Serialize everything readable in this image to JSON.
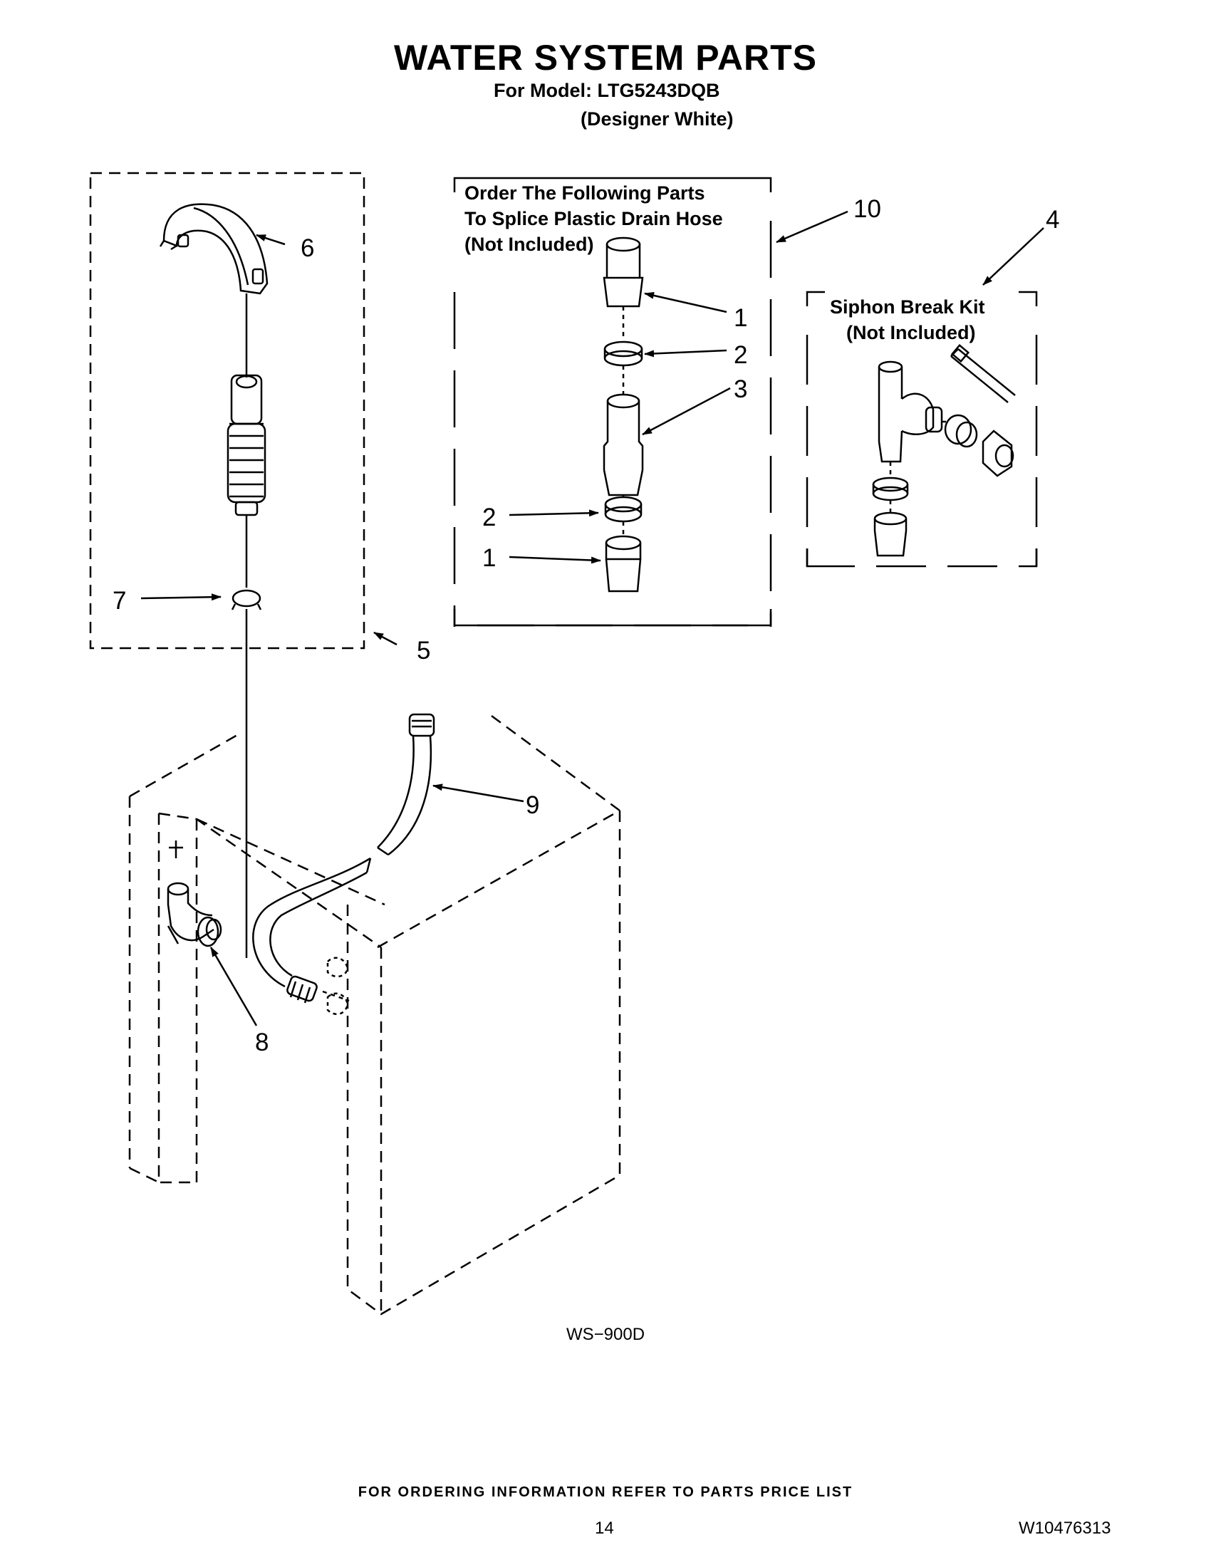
{
  "header": {
    "title": "WATER SYSTEM PARTS",
    "model_line": "For Model: LTG5243DQB",
    "color_line": "(Designer White)"
  },
  "splice_box": {
    "lines": [
      "Order The Following Parts",
      "To Splice Plastic Drain Hose",
      "(Not Included)"
    ]
  },
  "siphon_box": {
    "lines": [
      "Siphon Break Kit",
      "(Not Included)"
    ]
  },
  "callouts": {
    "c1_top": "1",
    "c2_top": "2",
    "c3": "3",
    "c2_bottom": "2",
    "c1_bottom": "1",
    "c4": "4",
    "c5": "5",
    "c6": "6",
    "c7": "7",
    "c8": "8",
    "c9": "9",
    "c10": "10"
  },
  "diagram_code": "WS−900D",
  "footer": {
    "ordering_note": "FOR ORDERING INFORMATION REFER TO PARTS PRICE LIST",
    "page_number": "14",
    "document_number": "W10476313"
  },
  "colors": {
    "ink": "#000000",
    "paper": "#ffffff"
  }
}
